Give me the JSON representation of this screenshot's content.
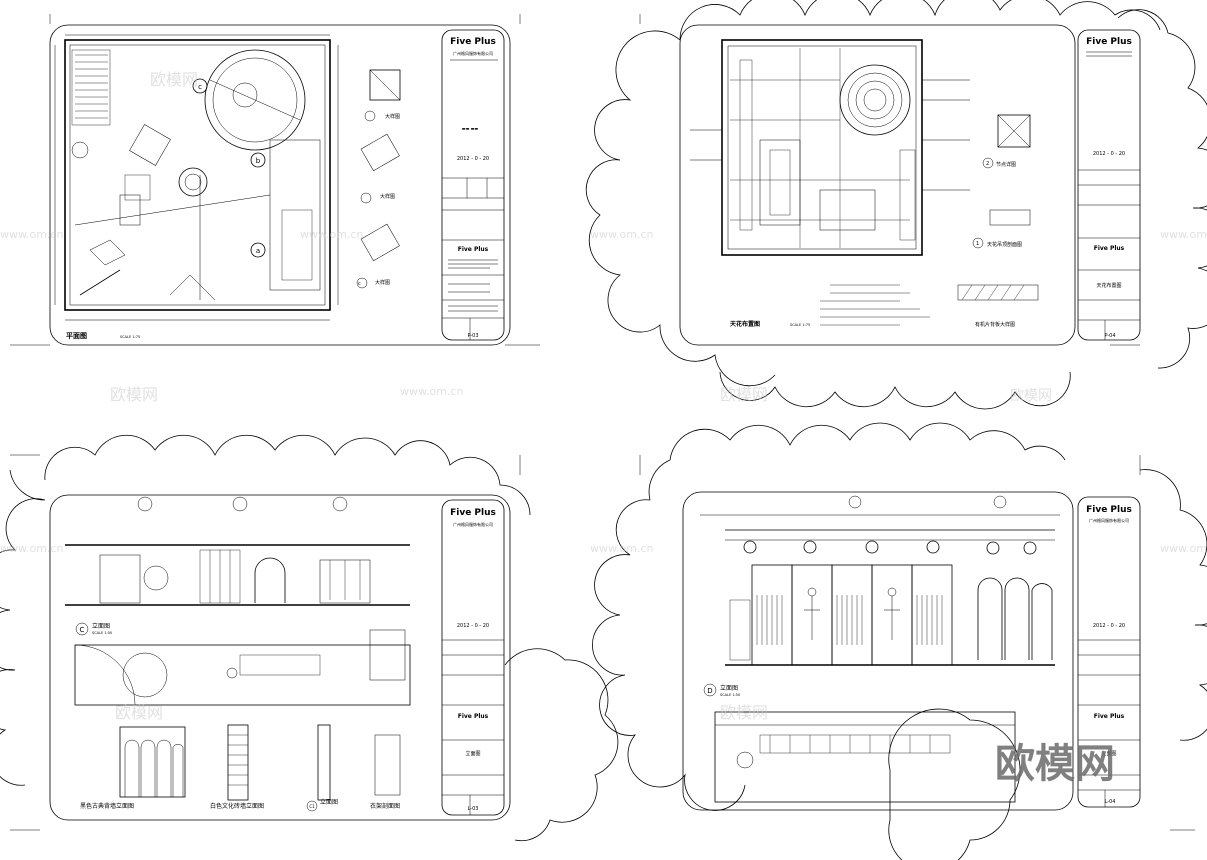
{
  "sheets": [
    {
      "title_block": {
        "brand": "Five Plus",
        "company": "广州格风服饰有限公司",
        "date": "2012 - 0 - 20",
        "sheet_no": "P-03"
      },
      "captions": {
        "main": "平面图",
        "scale": "SCALE 1:75",
        "d1": "大样图",
        "d2": "大样图",
        "d3": "大样图"
      },
      "markers": [
        "c",
        "b",
        "a",
        "c"
      ]
    },
    {
      "title_block": {
        "brand": "Five Plus",
        "date": "2012 - 0 - 20",
        "sheet_no": "P-04"
      },
      "captions": {
        "main": "天花布置图",
        "scale": "SCALE 1:75",
        "d1": "天花吊顶剖面图",
        "d2": "节点详图",
        "d3": "有机片背板大样图"
      },
      "markers": [
        "1",
        "2"
      ]
    },
    {
      "title_block": {
        "brand": "Five Plus",
        "company": "广州格风服饰有限公司",
        "date": "2012 - 0 - 20",
        "sheet_no": "L-03"
      },
      "captions": {
        "main": "立面图",
        "scale": "SCALE 1:50",
        "e1": "黑色古典背墙立面图",
        "e2": "白色文化砖墙立面图",
        "e3": "立面图",
        "e4": "衣架剖面图"
      },
      "markers": [
        "C",
        "C1"
      ]
    },
    {
      "title_block": {
        "brand": "Five Plus",
        "company": "广州格风服饰有限公司",
        "date": "2012 - 0 - 20",
        "sheet_no": "L-04"
      },
      "captions": {
        "main": "立面图",
        "scale": "SCALE 1:50"
      },
      "markers": [
        "D"
      ]
    }
  ],
  "watermarks": {
    "small": "欧模网",
    "url": "www.om.cn",
    "big": "欧模网"
  }
}
